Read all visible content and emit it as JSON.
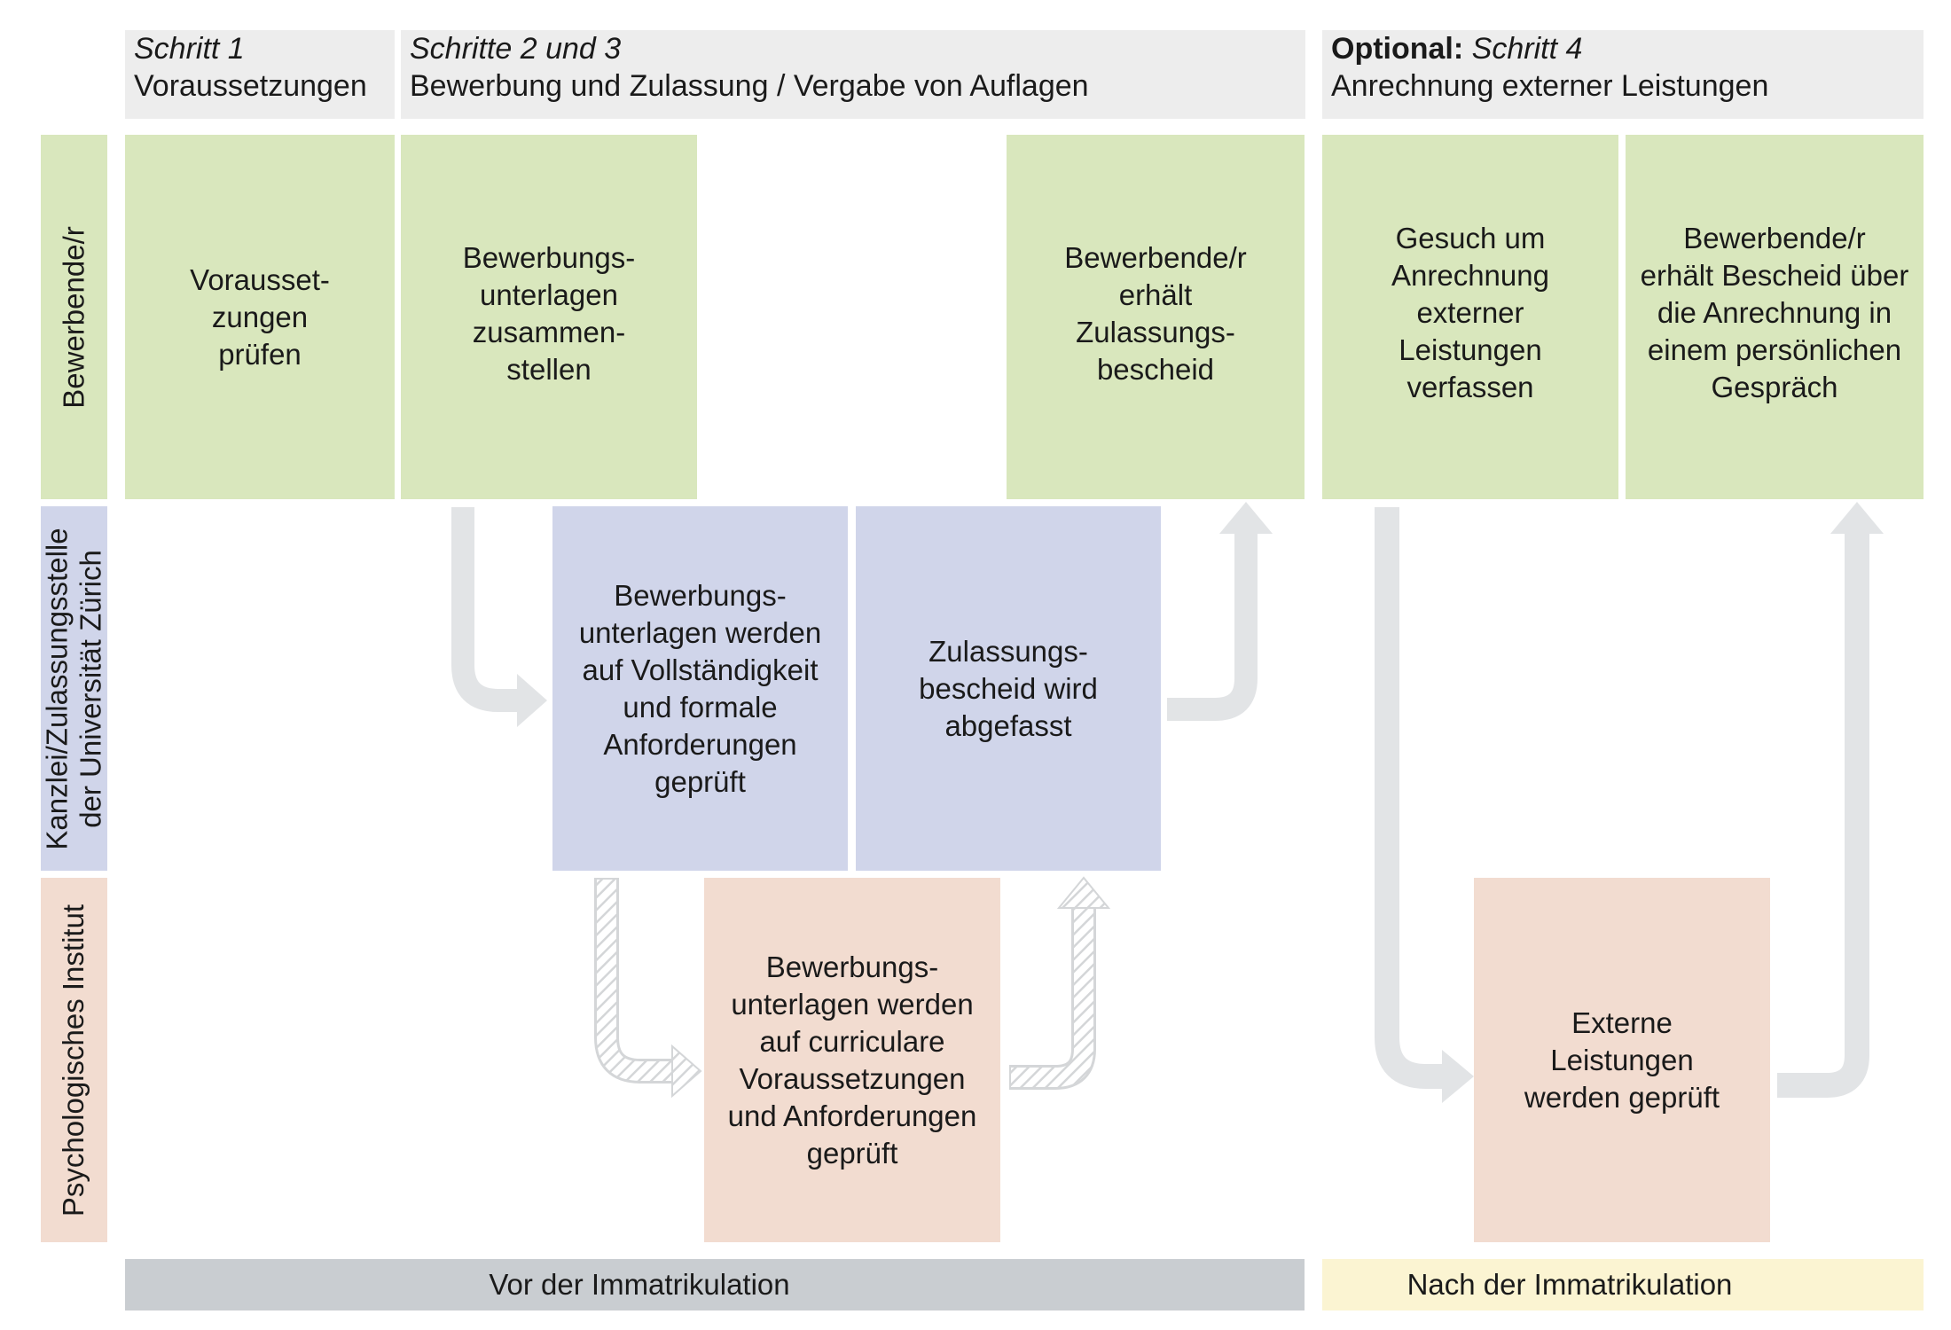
{
  "headers": {
    "step1": {
      "italic": "Schritt 1",
      "text": "Voraussetzungen"
    },
    "step23": {
      "italic": "Schritte 2 und 3",
      "text": "Bewerbung und Zulassung / Vergabe von Auflagen"
    },
    "step4": {
      "bold": "Optional:",
      "italic": "Schritt 4",
      "text": "Anrechnung externer Leistungen"
    }
  },
  "lanes": {
    "applicant": "Bewerbende/r",
    "office": "Kanzlei/Zulassungsstelle\nder Universität Zürich",
    "institute": "Psychologisches Institut"
  },
  "boxes": {
    "check_requirements": "Vorausset-\nzungen\nprüfen",
    "compile_documents": "Bewerbungs-\nunterlagen\nzusammen-\nstellen",
    "receive_admission": "Bewerbende/r\nerhält\nZulassungs-\nbescheid",
    "write_request": "Gesuch um\nAnrechnung\nexterner\nLeistungen\nverfassen",
    "receive_decision": "Bewerbende/r\nerhält Bescheid über\ndie Anrechnung in\neinem persönlichen\nGespräch",
    "office_check": "Bewerbungs-\nunterlagen werden\nauf Vollständigkeit\nund formale\nAnforderungen\ngeprüft",
    "admission_written": "Zulassungs-\nbescheid wird\nabgefasst",
    "institute_check": "Bewerbungs-\nunterlagen werden\nauf curriculare\nVoraussetzungen\nund Anforderungen\ngeprüft",
    "external_check": "Externe\nLeistungen\nwerden geprüft"
  },
  "phases": {
    "before": "Vor der Immatrikulation",
    "after": "Nach der Immatrikulation"
  },
  "colors": {
    "applicant": "#d9e7bd",
    "office": "#d0d5ea",
    "institute": "#f2dcd0",
    "header": "#ededed",
    "phase_before": "#c9cdd1",
    "phase_after": "#fbf4d2",
    "arrow": "#e2e4e6"
  }
}
